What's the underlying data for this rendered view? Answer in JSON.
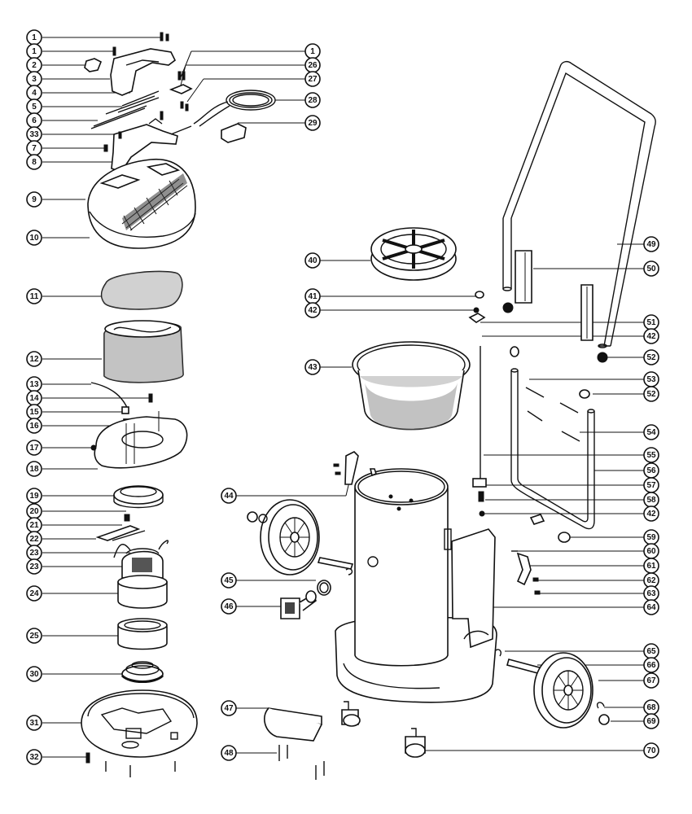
{
  "diagram": {
    "callouts": [
      {
        "id": "c-1a",
        "label": "1"
      },
      {
        "id": "c-1b",
        "label": "1"
      },
      {
        "id": "c-2",
        "label": "2"
      },
      {
        "id": "c-3",
        "label": "3"
      },
      {
        "id": "c-4",
        "label": "4"
      },
      {
        "id": "c-5",
        "label": "5"
      },
      {
        "id": "c-6",
        "label": "6"
      },
      {
        "id": "c-33",
        "label": "33"
      },
      {
        "id": "c-7",
        "label": "7"
      },
      {
        "id": "c-8",
        "label": "8"
      },
      {
        "id": "c-9",
        "label": "9"
      },
      {
        "id": "c-10",
        "label": "10"
      },
      {
        "id": "c-11",
        "label": "11"
      },
      {
        "id": "c-12",
        "label": "12"
      },
      {
        "id": "c-13",
        "label": "13"
      },
      {
        "id": "c-14",
        "label": "14"
      },
      {
        "id": "c-15",
        "label": "15"
      },
      {
        "id": "c-16",
        "label": "16"
      },
      {
        "id": "c-17",
        "label": "17"
      },
      {
        "id": "c-18",
        "label": "18"
      },
      {
        "id": "c-19",
        "label": "19"
      },
      {
        "id": "c-20",
        "label": "20"
      },
      {
        "id": "c-21",
        "label": "21"
      },
      {
        "id": "c-22",
        "label": "22"
      },
      {
        "id": "c-23a",
        "label": "23"
      },
      {
        "id": "c-23b",
        "label": "23"
      },
      {
        "id": "c-24",
        "label": "24"
      },
      {
        "id": "c-25",
        "label": "25"
      },
      {
        "id": "c-30",
        "label": "30"
      },
      {
        "id": "c-31",
        "label": "31"
      },
      {
        "id": "c-32",
        "label": "32"
      },
      {
        "id": "c-1c",
        "label": "1"
      },
      {
        "id": "c-26",
        "label": "26"
      },
      {
        "id": "c-27",
        "label": "27"
      },
      {
        "id": "c-28",
        "label": "28"
      },
      {
        "id": "c-29",
        "label": "29"
      },
      {
        "id": "c-40",
        "label": "40"
      },
      {
        "id": "c-41",
        "label": "41"
      },
      {
        "id": "c-42a",
        "label": "42"
      },
      {
        "id": "c-43",
        "label": "43"
      },
      {
        "id": "c-44",
        "label": "44"
      },
      {
        "id": "c-45",
        "label": "45"
      },
      {
        "id": "c-46",
        "label": "46"
      },
      {
        "id": "c-47",
        "label": "47"
      },
      {
        "id": "c-48",
        "label": "48"
      },
      {
        "id": "c-49",
        "label": "49"
      },
      {
        "id": "c-50",
        "label": "50"
      },
      {
        "id": "c-51",
        "label": "51"
      },
      {
        "id": "c-42b",
        "label": "42"
      },
      {
        "id": "c-52a",
        "label": "52"
      },
      {
        "id": "c-53",
        "label": "53"
      },
      {
        "id": "c-52b",
        "label": "52"
      },
      {
        "id": "c-54",
        "label": "54"
      },
      {
        "id": "c-55",
        "label": "55"
      },
      {
        "id": "c-56",
        "label": "56"
      },
      {
        "id": "c-57",
        "label": "57"
      },
      {
        "id": "c-58",
        "label": "58"
      },
      {
        "id": "c-42c",
        "label": "42"
      },
      {
        "id": "c-59",
        "label": "59"
      },
      {
        "id": "c-60",
        "label": "60"
      },
      {
        "id": "c-61",
        "label": "61"
      },
      {
        "id": "c-62",
        "label": "62"
      },
      {
        "id": "c-63",
        "label": "63"
      },
      {
        "id": "c-64",
        "label": "64"
      },
      {
        "id": "c-65",
        "label": "65"
      },
      {
        "id": "c-66",
        "label": "66"
      },
      {
        "id": "c-67",
        "label": "67"
      },
      {
        "id": "c-68",
        "label": "68"
      },
      {
        "id": "c-69",
        "label": "69"
      },
      {
        "id": "c-70",
        "label": "70"
      }
    ]
  }
}
